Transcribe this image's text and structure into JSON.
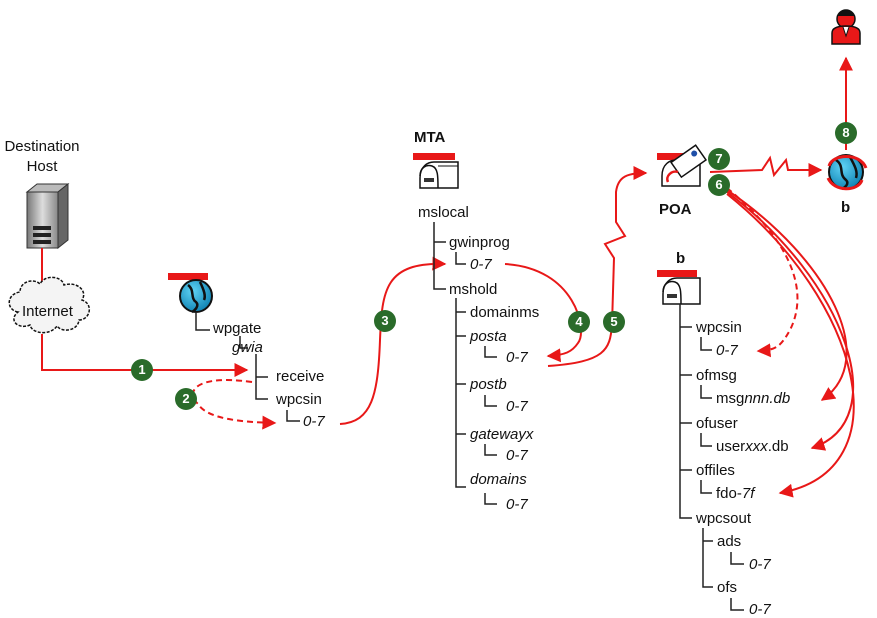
{
  "labels": {
    "destination_host": "Destination\nHost",
    "internet": "Internet",
    "wpgate": "wpgate",
    "gwia": "gwia",
    "receive": "receive",
    "wpcsin_gwia": "wpcsin",
    "range_gwia": "0-7",
    "mta_title": "MTA",
    "mslocal": "mslocal",
    "gwinprog": "gwinprog",
    "range_gwinprog": "0-7",
    "mshold": "mshold",
    "domainms": "domainms",
    "posta": "posta",
    "range_posta": "0-7",
    "postb": "postb",
    "range_postb": "0-7",
    "gatewayx": "gatewayx",
    "range_gatewayx": "0-7",
    "domains": "domains",
    "range_domains": "0-7",
    "poa_title": "POA",
    "b_postoffice": "b",
    "wpcsin_po": "wpcsin",
    "range_wpcsin_po": "0-7",
    "ofmsg": "ofmsg",
    "msg_prefix": "msg",
    "msg_var": "nnn.db",
    "ofuser": "ofuser",
    "user_prefix": "user",
    "user_var": "xxx",
    "user_suffix": ".db",
    "offiles": "offiles",
    "fdo_prefix": "fdo-",
    "fdo_var": "7f",
    "wpcsout": "wpcsout",
    "ads": "ads",
    "range_ads": "0-7",
    "ofs": "ofs",
    "range_ofs": "0-7",
    "b_client": "b"
  },
  "steps": [
    "1",
    "2",
    "3",
    "4",
    "5",
    "6",
    "7",
    "8"
  ],
  "colors": {
    "arrow": "#e81818",
    "badge": "#2a6b2a",
    "tree": "#222222"
  }
}
